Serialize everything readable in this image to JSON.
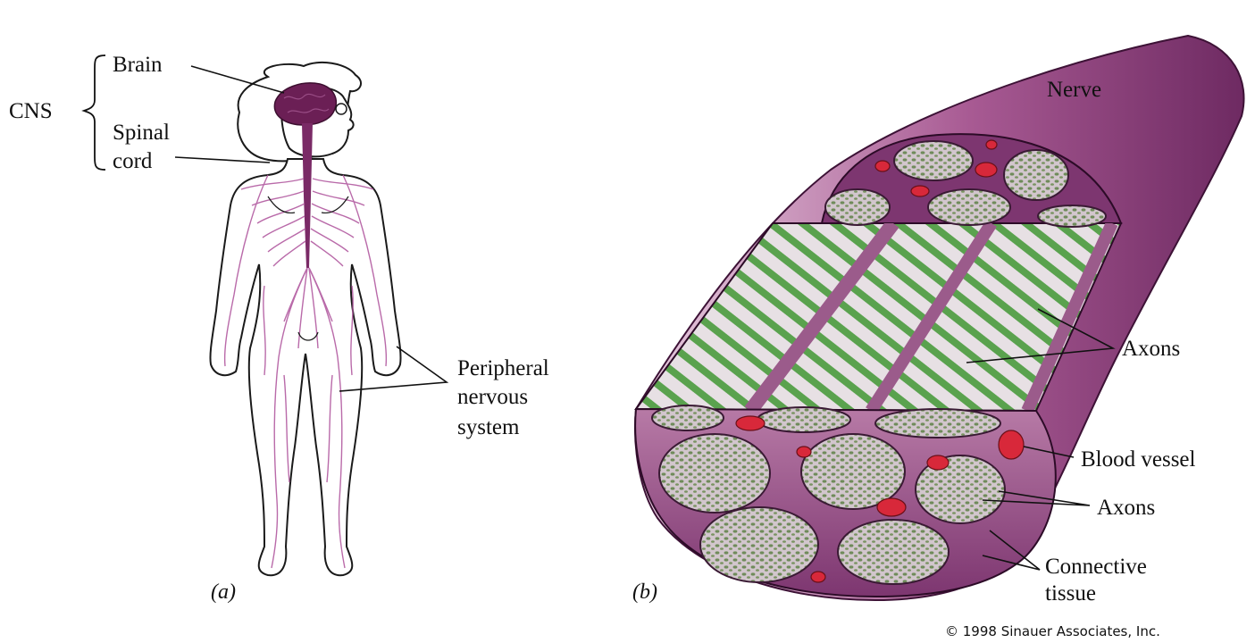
{
  "labels": {
    "cns": "CNS",
    "brain": "Brain",
    "spinal_1": "Spinal",
    "spinal_2": "cord",
    "pns_1": "Peripheral",
    "pns_2": "nervous",
    "pns_3": "system",
    "nerve": "Nerve",
    "axons_long": "Axons",
    "blood_vessel": "Blood vessel",
    "axons_cross": "Axons",
    "connective_1": "Connective",
    "connective_2": "tissue",
    "panel_a": "(a)",
    "panel_b": "(b)"
  },
  "copyright": "© 1998 Sinauer Associates, Inc.",
  "colors": {
    "nerve_purple": "#8e3d7e",
    "brain_purple": "#6b1f55",
    "axon_green": "#5aa24e",
    "blood_red": "#d8283a",
    "fascicle_fill": "#c9bcc4"
  }
}
